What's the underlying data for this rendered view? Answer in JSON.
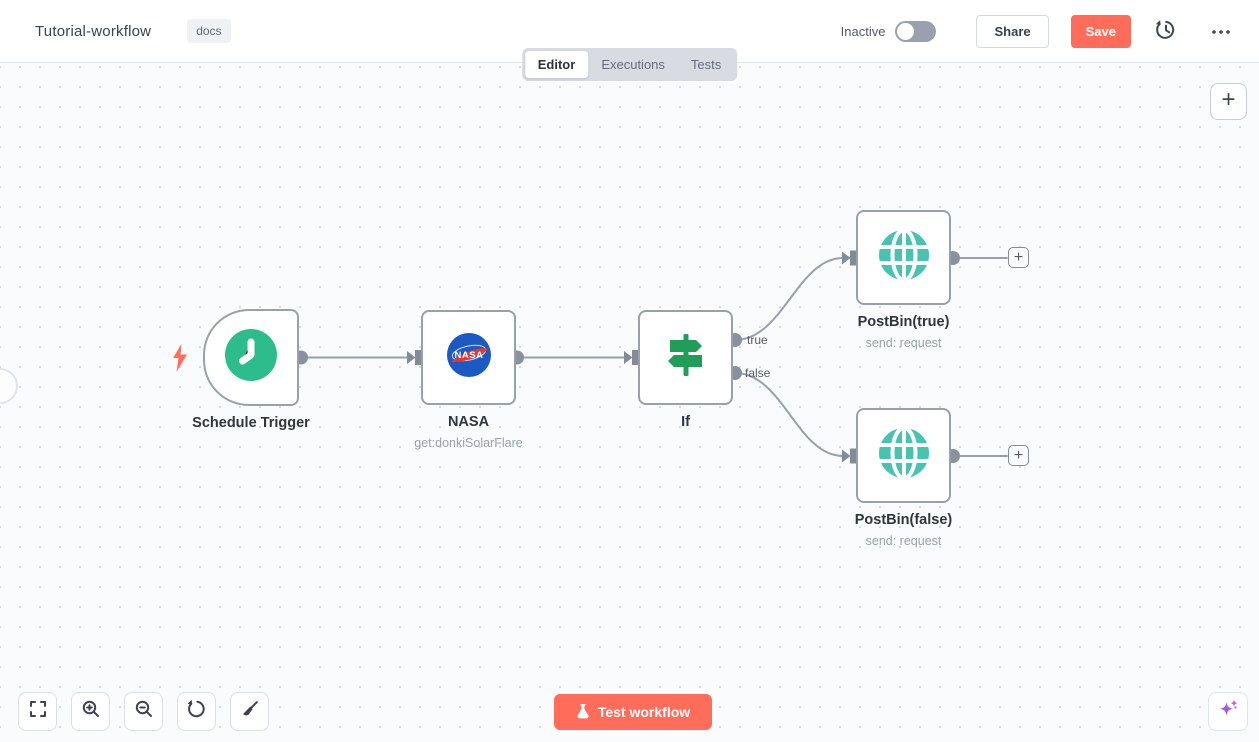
{
  "header": {
    "title": "Tutorial-workflow",
    "tag": "docs",
    "status": {
      "label": "Inactive",
      "enabled": false
    },
    "share_button": "Share",
    "save_button": "Save"
  },
  "tabs": {
    "items": [
      {
        "label": "Editor",
        "active": true
      },
      {
        "label": "Executions",
        "active": false
      },
      {
        "label": "Tests",
        "active": false
      }
    ]
  },
  "workflow": {
    "nodes": [
      {
        "name": "Schedule Trigger",
        "kind": "trigger",
        "icon": "clock-icon"
      },
      {
        "name": "NASA",
        "subtitle": "get:donkiSolarFlare",
        "icon": "nasa-logo"
      },
      {
        "name": "If",
        "icon": "signpost-icon",
        "outputs": [
          {
            "label": "true"
          },
          {
            "label": "false"
          }
        ]
      },
      {
        "name": "PostBin(true)",
        "subtitle": "send: request",
        "icon": "globe-icon"
      },
      {
        "name": "PostBin(false)",
        "subtitle": "send: request",
        "icon": "globe-icon"
      }
    ],
    "connections": [
      {
        "from": "Schedule Trigger",
        "to": "NASA"
      },
      {
        "from": "NASA",
        "to": "If"
      },
      {
        "from": "If",
        "output": "true",
        "to": "PostBin(true)"
      },
      {
        "from": "If",
        "output": "false",
        "to": "PostBin(false)"
      }
    ]
  },
  "controls": {
    "test_button": "Test workflow",
    "add_node": "+",
    "zoom_buttons": [
      "fit-view",
      "zoom-in",
      "zoom-out",
      "reset-zoom",
      "tidy-up"
    ]
  },
  "colors": {
    "primary": "#ff6d5a",
    "trigger_green": "#2dbd8c",
    "if_green": "#1f9e58",
    "globe_teal": "#47c3b0",
    "nasa_blue": "#1b59c4",
    "edge_gray": "#98a0aa"
  }
}
